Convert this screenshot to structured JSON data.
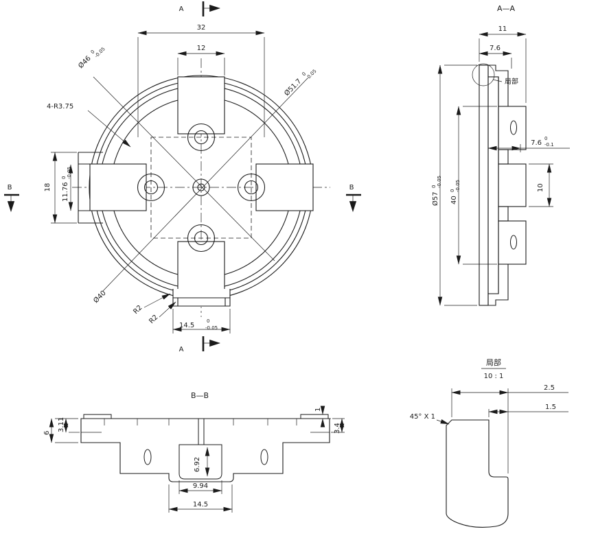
{
  "colors": {
    "line": "#1a1a1a",
    "background": "#ffffff",
    "hatch": "#555555"
  },
  "front": {
    "marker_a": "A",
    "marker_b": "B",
    "dim32": "32",
    "dim12": "12",
    "dim18": "18",
    "dia46": {
      "val": "Ø46",
      "u": "0",
      "l": "-0.05"
    },
    "dia517": {
      "val": "Ø51.7",
      "u": "0",
      "l": "-0.05"
    },
    "r375": "4-R3.75",
    "dim1176": {
      "val": "11.76",
      "u": "0",
      "l": "-0.05"
    },
    "dia40": "Ø40",
    "r2": "R2",
    "dim145": {
      "val": "14.5",
      "u": "0",
      "l": "-0.05"
    }
  },
  "section_aa": {
    "title": "A—A",
    "dim11": "11",
    "dim76": "7.6",
    "detail_label": "局部",
    "dia57": {
      "val": "Ø57",
      "u": "0",
      "l": "-0.05"
    },
    "dim40": {
      "val": "40",
      "u": "0",
      "l": "-0.05"
    },
    "dim76r": {
      "val": "7.6",
      "u": "0",
      "l": "-0.1"
    },
    "dim10": "10"
  },
  "section_bb": {
    "title": "B—B",
    "dim6": "6",
    "dim311": "3.11",
    "dim1": "1",
    "dim34": "3.4",
    "dim692": "6.92",
    "dim994": "9.94",
    "dim145": "14.5"
  },
  "detail": {
    "title": "局部",
    "scale": "10 : 1",
    "dim25": "2.5",
    "dim15": "1.5",
    "chamfer": "45° X 1"
  }
}
